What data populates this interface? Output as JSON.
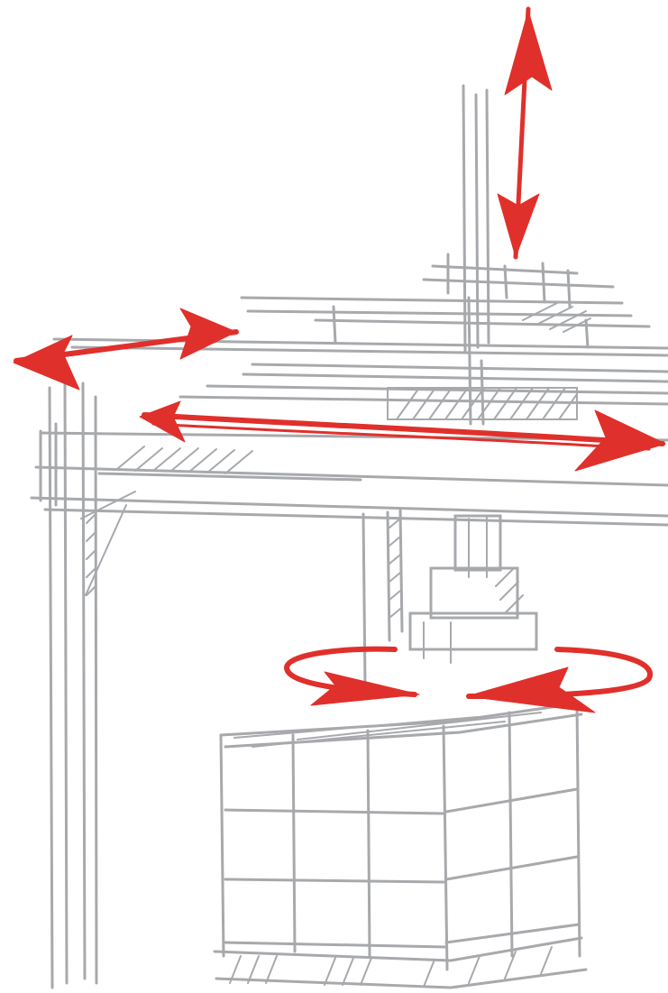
{
  "colors": {
    "frame": "#a7a9ac",
    "frame_dark": "#8f9194",
    "accent": "#e0302b",
    "background": "#ffffff"
  },
  "motion_axes": [
    "vertical-lift",
    "gantry-travel",
    "carriage-travel",
    "gripper-rotation"
  ],
  "icons": [
    "double-arrow-icon",
    "rotation-arrow-icon"
  ]
}
